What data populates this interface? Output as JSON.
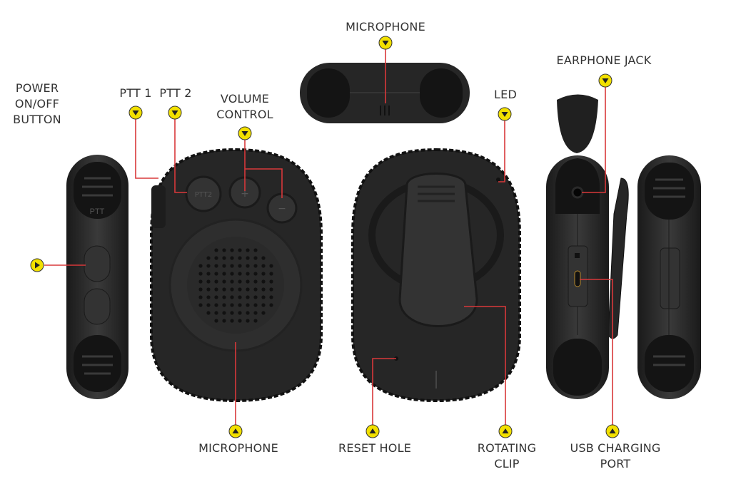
{
  "title": "Speaker microphone parts diagram",
  "labels": {
    "microphone_top": "MICROPHONE",
    "earphone_jack": "EARPHONE JACK",
    "power": [
      "POWER",
      "ON/OFF",
      "BUTTON"
    ],
    "ptt1": "PTT 1",
    "ptt2": "PTT 2",
    "volume": [
      "VOLUME",
      "CONTROL"
    ],
    "led": "LED",
    "microphone_bottom": "MICROPHONE",
    "reset_hole": "RESET HOLE",
    "rotating_clip": [
      "ROTATING",
      "CLIP"
    ],
    "usb_port": [
      "USB CHARGING",
      "PORT"
    ]
  },
  "device_text": {
    "side_ptt": "PTT",
    "button_ptt2": "PTT2",
    "vol_up": "+",
    "vol_down": "−"
  },
  "colors": {
    "marker": "#f2e000",
    "line": "#d8383a",
    "body": "#2b2b2b"
  }
}
